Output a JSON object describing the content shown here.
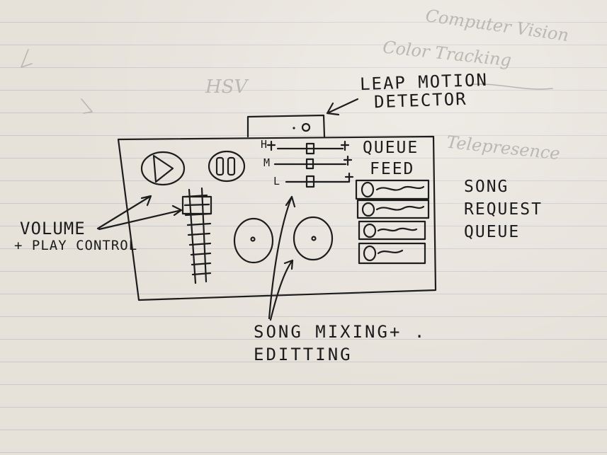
{
  "sketch": {
    "leap_motion_label": [
      "LEAP MOTION",
      "DETECTOR"
    ],
    "queue_feed_label": [
      "QUEUE",
      "FEED"
    ],
    "song_request_label": [
      "SONG",
      "REQUEST",
      "QUEUE"
    ],
    "volume_label": [
      "VOLUME",
      "+ PLAY CONTROL"
    ],
    "mixing_label": [
      "SONG MIXING+ .",
      "EDITTING"
    ],
    "eq_labels": [
      "H",
      "M",
      "L"
    ],
    "queue_items": 4,
    "ink_color": "#1d1d1d"
  },
  "bleed_through": [
    "Computer Vision",
    "Color Tracking",
    "HSV",
    "Telepresence"
  ]
}
